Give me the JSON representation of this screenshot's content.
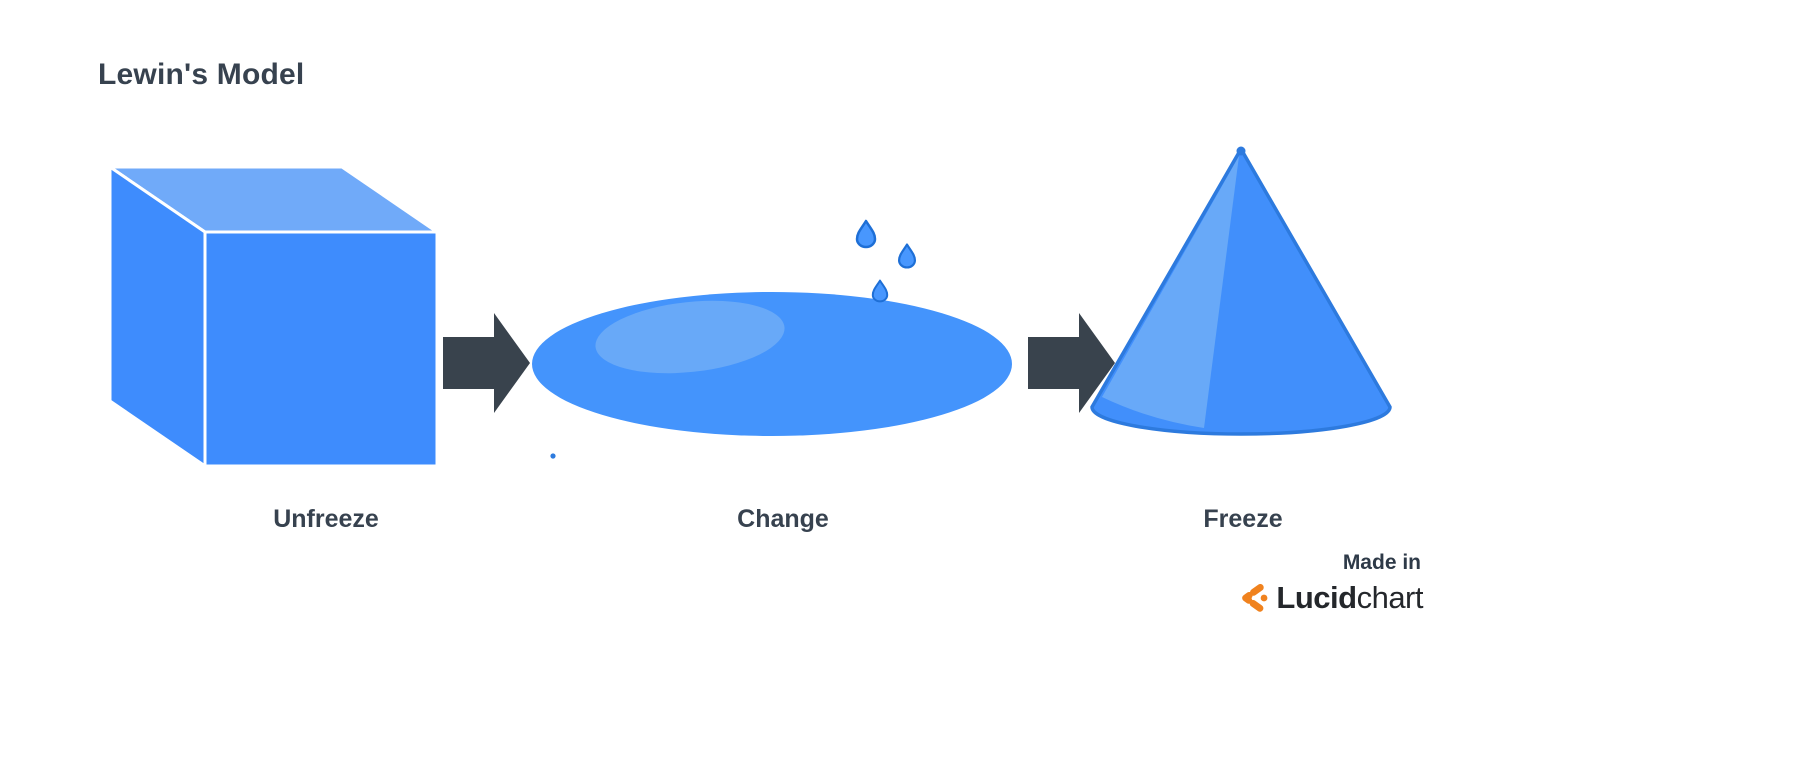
{
  "title": "Lewin's Model",
  "diagram": {
    "stages": [
      {
        "label": "Unfreeze",
        "shape": "ice-cube"
      },
      {
        "label": "Change",
        "shape": "water-puddle-with-drops"
      },
      {
        "label": "Freeze",
        "shape": "ice-cone"
      }
    ]
  },
  "colors": {
    "background": "#ffffff",
    "title_text": "#37424F",
    "label_text": "#37424F",
    "arrow": "#39434D",
    "cube_front": "#3E8CFD",
    "cube_left": "#3E8CFD",
    "cube_top": "#70AAF9",
    "cube_edge": "#FFFFFF",
    "puddle_fill": "#4494FC",
    "puddle_highlight": "#68A9F8",
    "drop_fill": "#4897FE",
    "drop_outline": "#1E6FD6",
    "cone_fill": "#418FFB",
    "cone_highlight": "#68A9F8",
    "cone_outline": "#2D7ADE",
    "brand_orange": "#F0821E",
    "brand_text": "#24272B"
  },
  "footer": {
    "made_in": "Made in",
    "brand_bold": "Lucid",
    "brand_light": "chart"
  }
}
